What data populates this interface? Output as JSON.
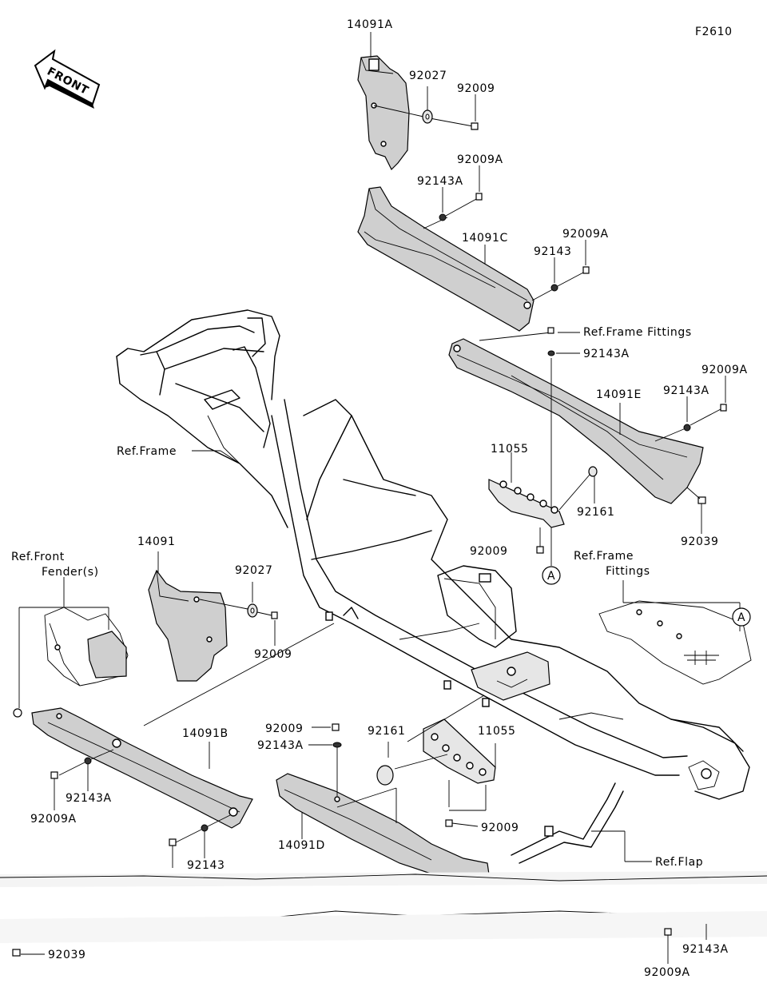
{
  "diagram_code": "F2610",
  "front_indicator": "FRONT",
  "labels": [
    {
      "id": "lbl-14091a",
      "text": "14091A"
    },
    {
      "id": "lbl-92027-top",
      "text": "92027"
    },
    {
      "id": "lbl-92009-top",
      "text": "92009"
    },
    {
      "id": "lbl-92009a-1",
      "text": "92009A"
    },
    {
      "id": "lbl-92143a-1",
      "text": "92143A"
    },
    {
      "id": "lbl-14091c",
      "text": "14091C"
    },
    {
      "id": "lbl-92009a-2",
      "text": "92009A"
    },
    {
      "id": "lbl-92143-1",
      "text": "92143"
    },
    {
      "id": "lbl-ref-frame-fittings-1",
      "text": "Ref.Frame Fittings"
    },
    {
      "id": "lbl-92143a-2",
      "text": "92143A"
    },
    {
      "id": "lbl-92009a-3",
      "text": "92009A"
    },
    {
      "id": "lbl-92143a-3",
      "text": "92143A"
    },
    {
      "id": "lbl-14091e",
      "text": "14091E"
    },
    {
      "id": "lbl-ref-frame",
      "text": "Ref.Frame"
    },
    {
      "id": "lbl-11055-top",
      "text": "11055"
    },
    {
      "id": "lbl-92161-right",
      "text": "92161"
    },
    {
      "id": "lbl-92039-right",
      "text": "92039"
    },
    {
      "id": "lbl-92009-mid",
      "text": "92009"
    },
    {
      "id": "lbl-ref-frame-fittings-2a",
      "text": "Ref.Frame"
    },
    {
      "id": "lbl-ref-frame-fittings-2b",
      "text": "Fittings"
    },
    {
      "id": "lbl-callout-a-1",
      "text": "A"
    },
    {
      "id": "lbl-callout-a-2",
      "text": "A"
    },
    {
      "id": "lbl-14091",
      "text": "14091"
    },
    {
      "id": "lbl-92027-left",
      "text": "92027"
    },
    {
      "id": "lbl-92009-left",
      "text": "92009"
    },
    {
      "id": "lbl-ref-front-fender-a",
      "text": "Ref.Front"
    },
    {
      "id": "lbl-ref-front-fender-b",
      "text": "Fender(s)"
    },
    {
      "id": "lbl-14091b",
      "text": "14091B"
    },
    {
      "id": "lbl-92143a-4",
      "text": "92143A"
    },
    {
      "id": "lbl-92009a-4",
      "text": "92009A"
    },
    {
      "id": "lbl-92009-low",
      "text": "92009"
    },
    {
      "id": "lbl-92143a-5",
      "text": "92143A"
    },
    {
      "id": "lbl-92161-low",
      "text": "92161"
    },
    {
      "id": "lbl-11055-low",
      "text": "11055"
    },
    {
      "id": "lbl-92009-low2",
      "text": "92009"
    },
    {
      "id": "lbl-14091d",
      "text": "14091D"
    },
    {
      "id": "lbl-92143-low",
      "text": "92143"
    },
    {
      "id": "lbl-ref-flap",
      "text": "Ref.Flap"
    },
    {
      "id": "lbl-92039-low",
      "text": "92039"
    },
    {
      "id": "lbl-92143a-6",
      "text": "92143A"
    },
    {
      "id": "lbl-92009a-5",
      "text": "92009A"
    }
  ]
}
